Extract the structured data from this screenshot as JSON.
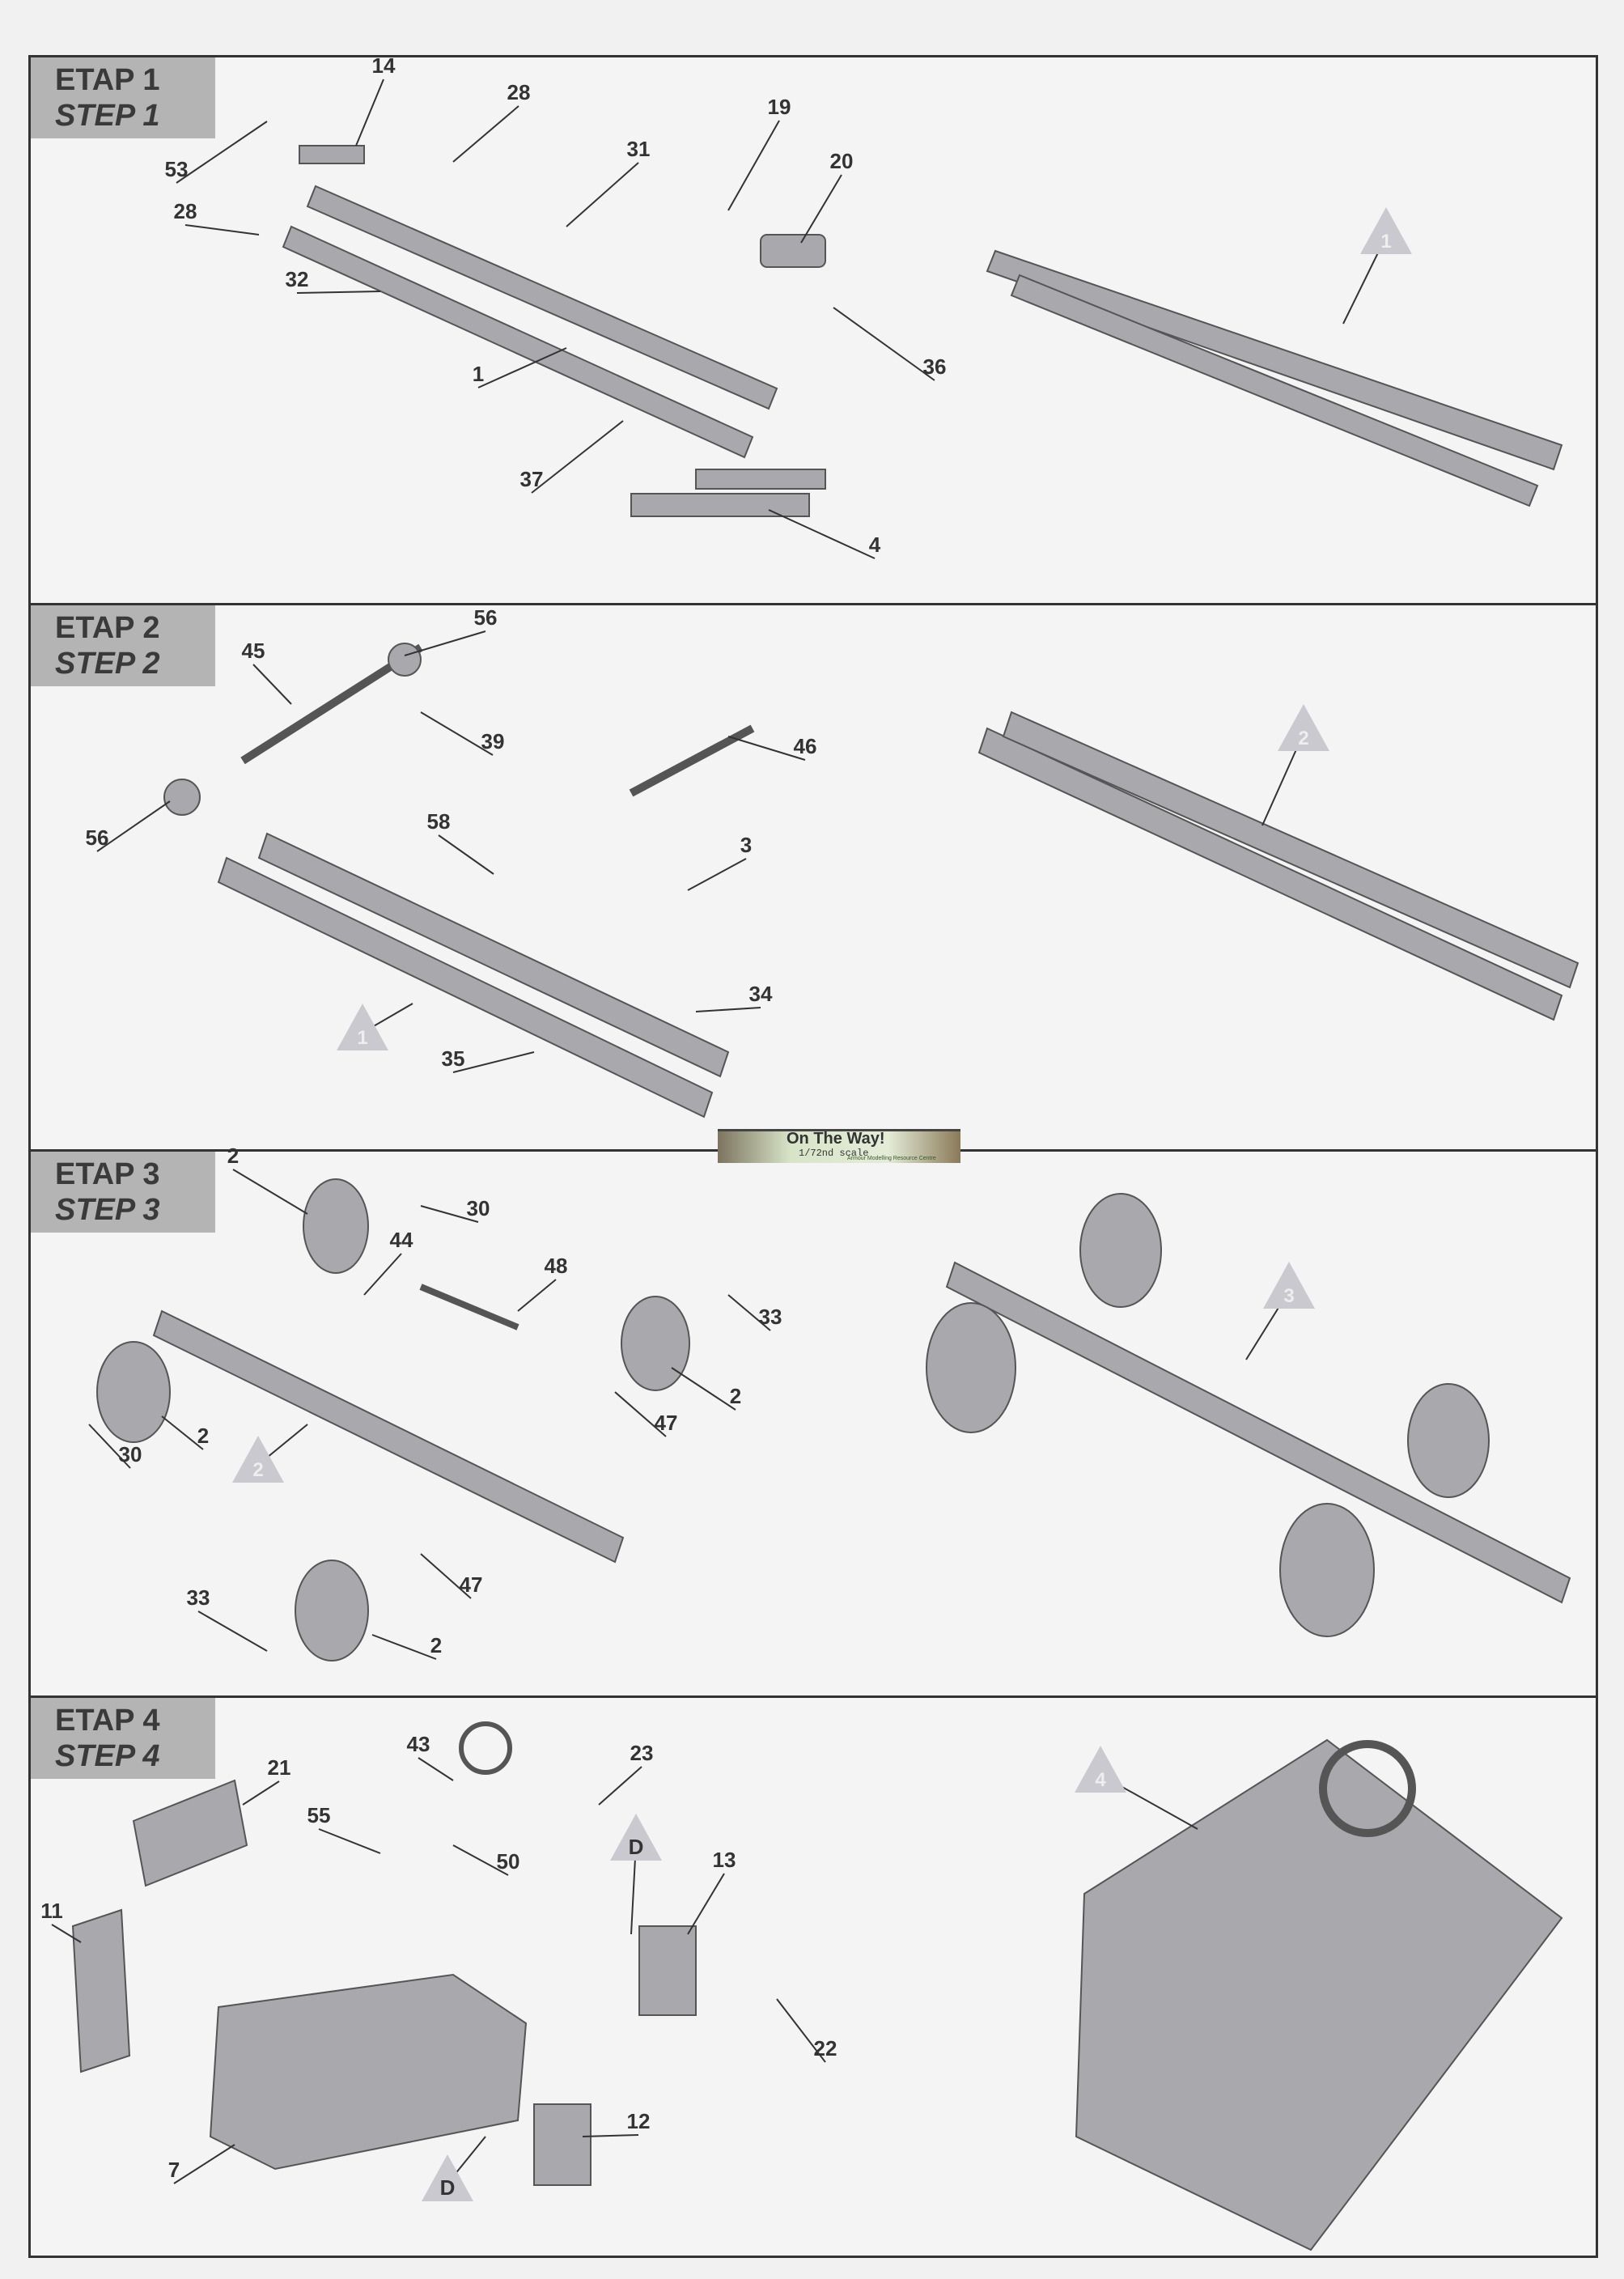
{
  "steps": [
    {
      "etap": "ETAP 1",
      "step": "STEP 1",
      "callouts": [
        "14",
        "28",
        "53",
        "28",
        "31",
        "19",
        "20",
        "32",
        "1",
        "36",
        "37",
        "4"
      ],
      "refs": [
        "1"
      ]
    },
    {
      "etap": "ETAP 2",
      "step": "STEP 2",
      "callouts": [
        "56",
        "45",
        "39",
        "46",
        "56",
        "58",
        "3",
        "34",
        "35"
      ],
      "refs": [
        "1",
        "2"
      ]
    },
    {
      "etap": "ETAP 3",
      "step": "STEP 3",
      "callouts": [
        "2",
        "30",
        "44",
        "48",
        "33",
        "2",
        "47",
        "30",
        "2",
        "47",
        "33",
        "2"
      ],
      "refs": [
        "2",
        "3"
      ]
    },
    {
      "etap": "ETAP 4",
      "step": "STEP 4",
      "callouts": [
        "43",
        "23",
        "21",
        "55",
        "50",
        "13",
        "11",
        "22",
        "12",
        "7"
      ],
      "refs": [
        "D",
        "D",
        "4"
      ]
    }
  ],
  "logo": {
    "title": "On The Way!",
    "scale": "1/72nd scale",
    "tagline": "Armour Modelling Resource Centre"
  },
  "colors": {
    "header_bg": "#b4b4b4",
    "part_grey": "#a8a8ac",
    "border": "#333333"
  }
}
